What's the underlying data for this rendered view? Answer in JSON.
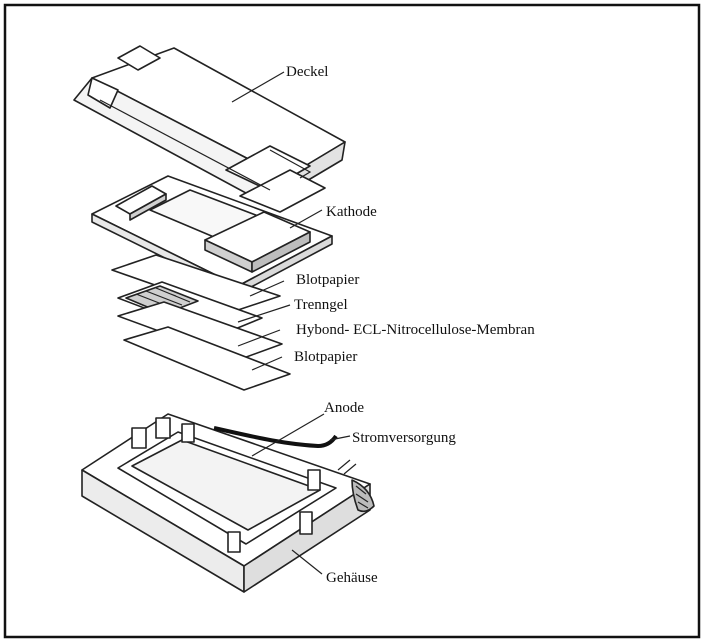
{
  "diagram": {
    "labels": {
      "deckel": "Deckel",
      "kathode": "Kathode",
      "blotpapier_oben": "Blotpapier",
      "trenngel": "Trenngel",
      "membran": "Hybond- ECL-Nitrocellulose-Membran",
      "blotpapier_unten": "Blotpapier",
      "anode": "Anode",
      "stromversorgung": "Stromversorgung",
      "gehaeuse": "Gehäuse"
    }
  }
}
